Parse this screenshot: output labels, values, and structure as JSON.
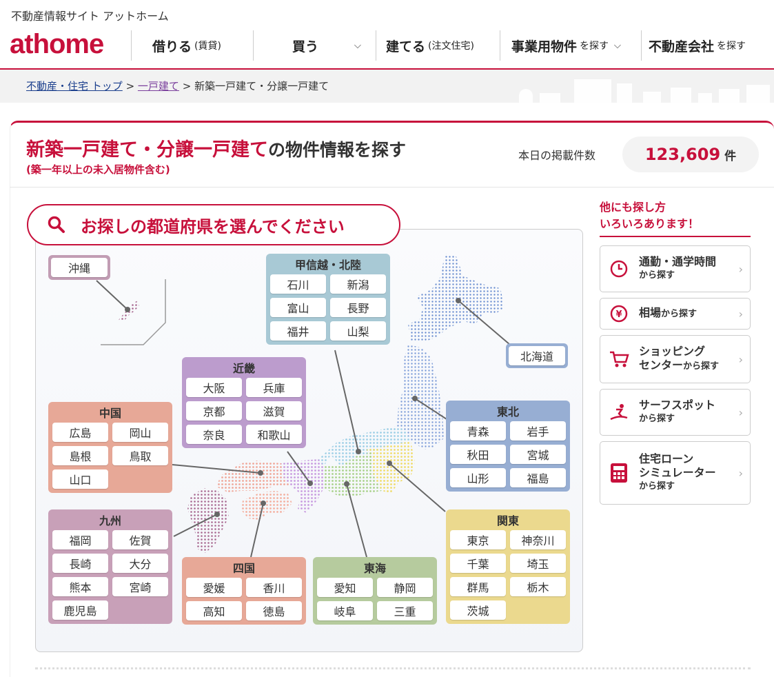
{
  "header": {
    "tagline": "不動産情報サイト アットホーム",
    "logo": "athome",
    "nav": [
      {
        "label": "借りる",
        "sub": "(賃貸)",
        "chevron": false
      },
      {
        "label": "買う",
        "sub": "",
        "chevron": true
      },
      {
        "label": "建てる",
        "sub": "(注文住宅)",
        "chevron": false
      },
      {
        "label": "事業用物件",
        "sub": "を探す",
        "chevron": true
      },
      {
        "label": "不動産会社",
        "sub": "を探す",
        "chevron": false
      }
    ]
  },
  "breadcrumb": {
    "home": "不動産・住宅 トップ",
    "sep1": ">",
    "section": "一戸建て",
    "sep2": ">",
    "current": "新築一戸建て・分譲一戸建て"
  },
  "title": {
    "main": "新築一戸建て・分譲一戸建て",
    "rest": "の物件情報を探す",
    "sub": "(築一年以上の未入居物件含む)"
  },
  "count": {
    "label": "本日の掲載件数",
    "value": "123,609",
    "unit": "件"
  },
  "search_prompt": "お探しの都道府県を選んでください",
  "regions": {
    "okinawa": {
      "prefs": [
        "沖縄"
      ]
    },
    "hokkaido": {
      "prefs": [
        "北海道"
      ]
    },
    "koshinetsu": {
      "title": "甲信越・北陸",
      "prefs": [
        "石川",
        "新潟",
        "富山",
        "長野",
        "福井",
        "山梨"
      ]
    },
    "kinki": {
      "title": "近畿",
      "prefs": [
        "大阪",
        "兵庫",
        "京都",
        "滋賀",
        "奈良",
        "和歌山"
      ]
    },
    "chugoku": {
      "title": "中国",
      "prefs": [
        "広島",
        "岡山",
        "島根",
        "鳥取",
        "山口"
      ]
    },
    "tohoku": {
      "title": "東北",
      "prefs": [
        "青森",
        "岩手",
        "秋田",
        "宮城",
        "山形",
        "福島"
      ]
    },
    "kyushu": {
      "title": "九州",
      "prefs": [
        "福岡",
        "佐賀",
        "長崎",
        "大分",
        "熊本",
        "宮崎",
        "鹿児島"
      ]
    },
    "shikoku": {
      "title": "四国",
      "prefs": [
        "愛媛",
        "香川",
        "高知",
        "徳島"
      ]
    },
    "tokai": {
      "title": "東海",
      "prefs": [
        "愛知",
        "静岡",
        "岐阜",
        "三重"
      ]
    },
    "kanto": {
      "title": "関東",
      "prefs": [
        "東京",
        "神奈川",
        "千葉",
        "埼玉",
        "群馬",
        "栃木",
        "茨城"
      ]
    }
  },
  "sidebar": {
    "title_line1": "他にも探し方",
    "title_line2": "いろいろあります！",
    "items": [
      {
        "line1": "通勤・通学時間",
        "line2": "から探す",
        "icon": "clock-icon"
      },
      {
        "line1": "相場",
        "line2": "から探す",
        "icon": "yen-icon"
      },
      {
        "line1": "ショッピング",
        "line1b": "センター",
        "line2": "から探す",
        "icon": "cart-icon"
      },
      {
        "line1": "サーフスポット",
        "line2": "から探す",
        "icon": "surf-icon"
      },
      {
        "line1": "住宅ローン",
        "line1b": "シミュレーター",
        "line2": "から探す",
        "icon": "calculator-icon"
      }
    ]
  },
  "colors": {
    "brand": "#c7103b"
  }
}
